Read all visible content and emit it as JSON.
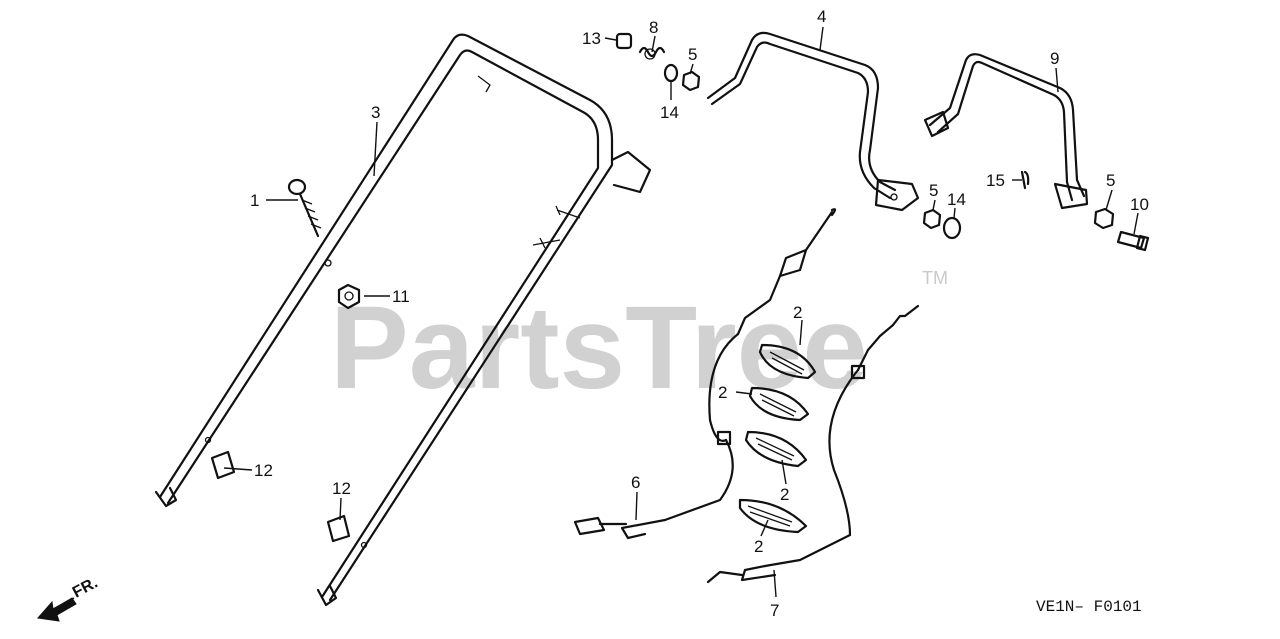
{
  "diagram": {
    "watermark": "PartsTree",
    "trademark": "TM",
    "figure_code": "VE1N– F0101",
    "direction_label": "FR.",
    "callouts": [
      "1",
      "2",
      "2",
      "2",
      "2",
      "3",
      "4",
      "5",
      "5",
      "5",
      "6",
      "7",
      "8",
      "9",
      "10",
      "11",
      "12",
      "12",
      "13",
      "14",
      "14",
      "15"
    ]
  }
}
